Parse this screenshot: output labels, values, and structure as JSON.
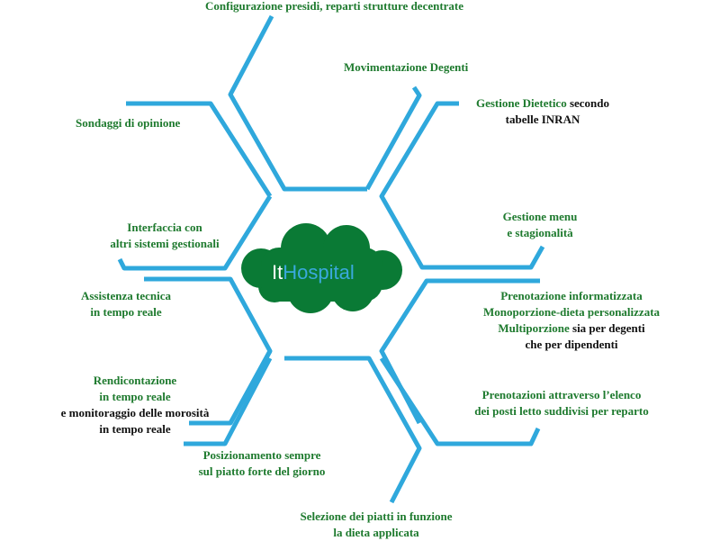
{
  "colors": {
    "line": "#2fa8dc",
    "cloud": "#0a7a35",
    "label_green": "#1e7a2e",
    "label_dark": "#111111",
    "logo_it": "#ffffff",
    "logo_hospital": "#3aa9dd"
  },
  "logo": {
    "it": "It",
    "hospital": "Hospital"
  },
  "labels": {
    "config": "Configurazione presidi, reparti strutture decentrate",
    "movimentazione": "Movimentazione Degenti",
    "dietetico_1": "Gestione Dietetico",
    "dietetico_2": " secondo",
    "dietetico_3": "tabelle INRAN",
    "sondaggi": "Sondaggi di opinione",
    "menu_1": "Gestione menu",
    "menu_2": "e stagionalità",
    "interfaccia_1": "Interfaccia con",
    "interfaccia_2": "altri sistemi gestionali",
    "assistenza_1": "Assistenza tecnica",
    "assistenza_2": "in tempo reale",
    "prenotazione_1": "Prenotazione informatizzata",
    "prenotazione_2": "Monoporzione-dieta personalizzata",
    "prenotazione_3": "Multiporzione",
    "prenotazione_4": " sia per degenti",
    "prenotazione_5": "che per dipendenti",
    "rendicontazione_1": "Rendicontazione",
    "rendicontazione_2": "in tempo reale",
    "rendicontazione_3": "e monitoraggio delle morosità",
    "rendicontazione_4": "in tempo reale",
    "prenotazioni_elenco_1": "Prenotazioni attraverso l’elenco",
    "prenotazioni_elenco_2": "dei posti letto suddivisi per reparto",
    "posizionamento_1": "Posizionamento sempre",
    "posizionamento_2": "sul piatto forte del giorno",
    "selezione_1": "Selezione dei piatti in funzione",
    "selezione_2": "la dieta applicata"
  }
}
